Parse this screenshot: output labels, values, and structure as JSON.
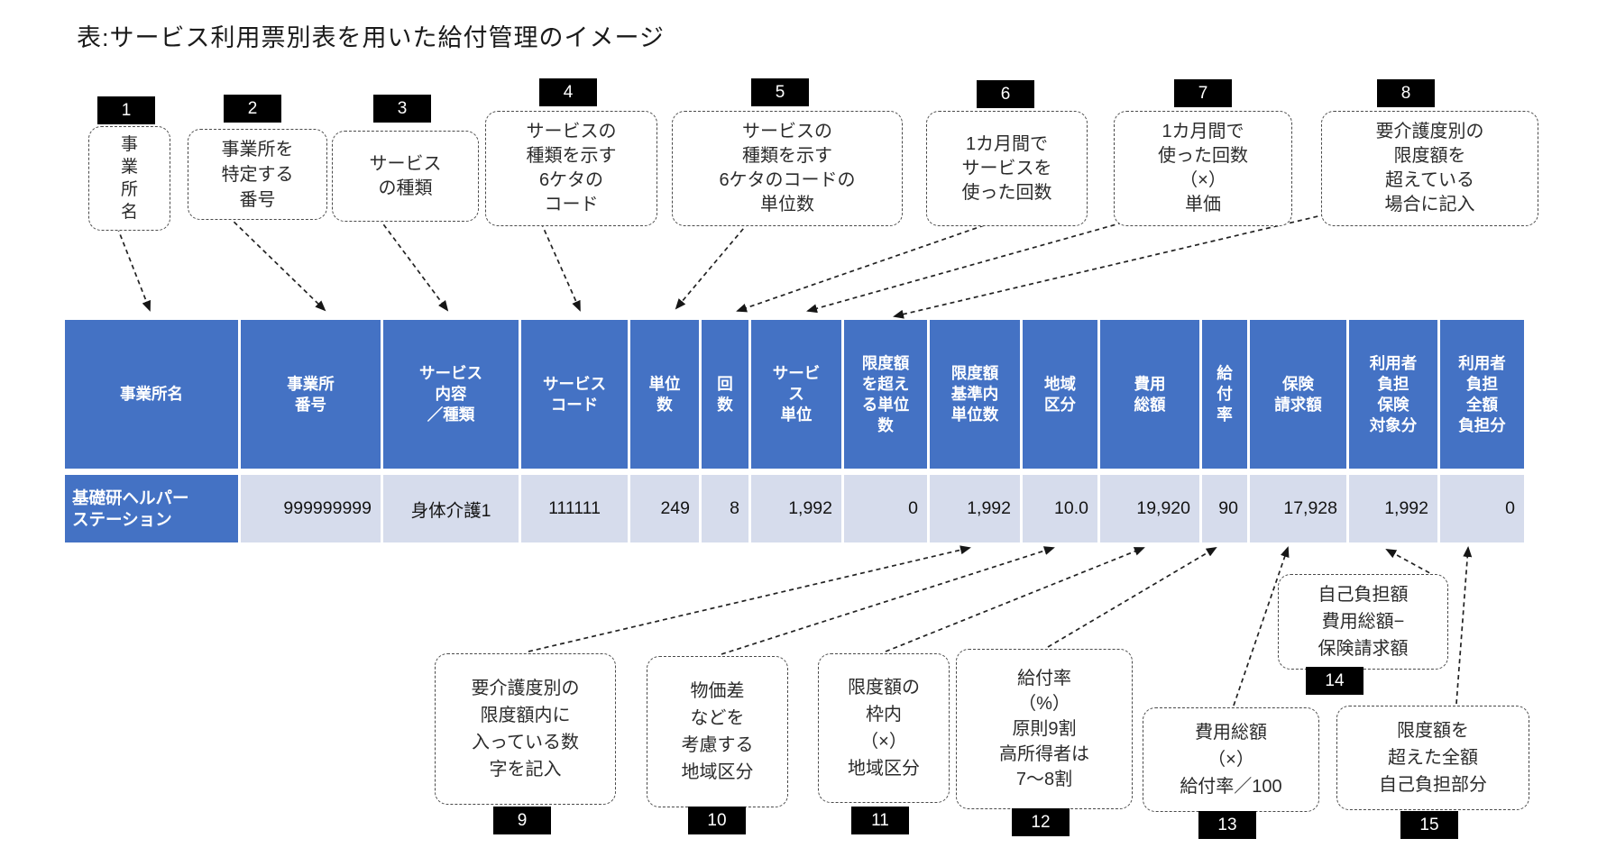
{
  "title": "表:サービス利用票別表を用いた給付管理のイメージ",
  "colors": {
    "header_blue": "#4472C4",
    "data_row_fill": "#D6DCEC",
    "badge_bg": "#000000",
    "badge_text": "#FFFFFF"
  },
  "callouts_top": [
    {
      "num": "1",
      "text": "事\n業\n所\n名"
    },
    {
      "num": "2",
      "text": "事業所を\n特定する\n番号"
    },
    {
      "num": "3",
      "text": "サービス\nの種類"
    },
    {
      "num": "4",
      "text": "サービスの\n種類を示す\n6ケタの\nコード"
    },
    {
      "num": "5",
      "text": "サービスの\n種類を示す\n6ケタのコードの\n単位数"
    },
    {
      "num": "6",
      "text": "1カ月間で\nサービスを\n使った回数"
    },
    {
      "num": "7",
      "text": "1カ月間で\n使った回数\n（×）\n単価"
    },
    {
      "num": "8",
      "text": "要介護度別の\n限度額を\n超えている\n場合に記入"
    }
  ],
  "callouts_bottom": [
    {
      "num": "9",
      "text": "要介護度別の\n限度額内に\n入っている数\n字を記入"
    },
    {
      "num": "10",
      "text": "物価差\nなどを\n考慮する\n地域区分"
    },
    {
      "num": "11",
      "text": "限度額の\n枠内\n（×）\n地域区分"
    },
    {
      "num": "12",
      "text": "給付率\n（%）\n原則9割\n高所得者は\n7〜8割"
    },
    {
      "num": "13",
      "text": "費用総額\n（×）\n給付率／100"
    },
    {
      "num": "14",
      "text": "自己負担額\n費用総額−\n保険請求額"
    },
    {
      "num": "15",
      "text": "限度額を\n超えた全額\n自己負担部分"
    }
  ],
  "table": {
    "columns": [
      {
        "header": "事業所名",
        "value": "基礎研ヘルパー\nステーション"
      },
      {
        "header": "事業所\n番号",
        "value": "999999999"
      },
      {
        "header": "サービス\n内容\n／種類",
        "value": "身体介護1"
      },
      {
        "header": "サービス\nコード",
        "value": "111111"
      },
      {
        "header": "単位\n数",
        "value": "249"
      },
      {
        "header": "回\n数",
        "value": "8"
      },
      {
        "header": "サービ\nス\n単位",
        "value": "1,992"
      },
      {
        "header": "限度額\nを超え\nる単位\n数",
        "value": "0"
      },
      {
        "header": "限度額\n基準内\n単位数",
        "value": "1,992"
      },
      {
        "header": "地域\n区分",
        "value": "10.0"
      },
      {
        "header": "費用\n総額",
        "value": "19,920"
      },
      {
        "header": "給\n付\n率",
        "value": "90"
      },
      {
        "header": "保険\n請求額",
        "value": "17,928"
      },
      {
        "header": "利用者\n負担\n保険\n対象分",
        "value": "1,992"
      },
      {
        "header": "利用者\n負担\n全額\n負担分",
        "value": "0"
      }
    ]
  }
}
